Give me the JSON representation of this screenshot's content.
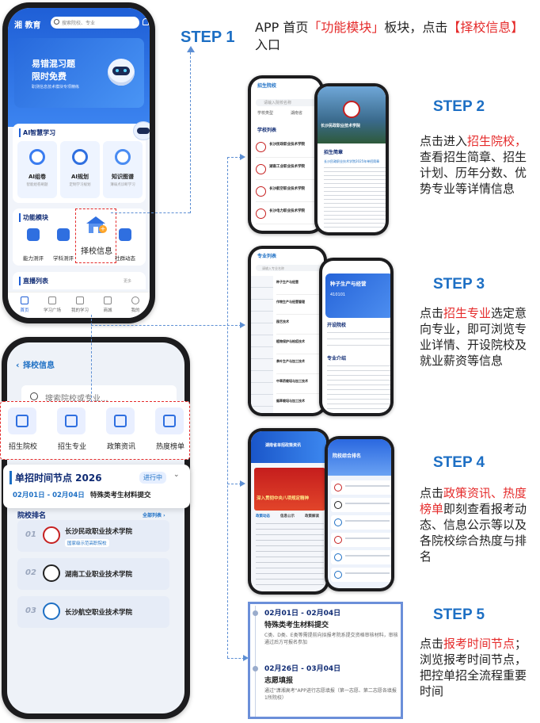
{
  "colors": {
    "accent": "#1d6fc4",
    "red": "#e52b2b",
    "navy": "#0e2a73",
    "phoneBlue": "#2b6be6"
  },
  "phone1": {
    "logo": "湘 教育",
    "search_placeholder": "搜索院校、专业",
    "banner_title1": "易错混习题",
    "banner_title2": "限时免费",
    "banner_sub": "职测信息技术模块专项精练",
    "ai_section": "AI智慧学习",
    "ai_items": [
      {
        "label": "AI组卷",
        "sub": "智能组卷刷题"
      },
      {
        "label": "AI规划",
        "sub": "定制学习规划"
      },
      {
        "label": "知识图谱",
        "sub": "薄弱点诊断学习"
      }
    ],
    "func_section": "功能模块",
    "func_items": [
      "能力测评",
      "学科测评",
      "择校信息",
      "社群动态"
    ],
    "live_section": "直播列表",
    "live_more": "更多",
    "tabs": [
      "首页",
      "学习广场",
      "我的学习",
      "商城",
      "我的"
    ]
  },
  "step1": {
    "label": "STEP 1",
    "pre": "APP 首页",
    "hl1": "「功能模块」",
    "mid": "板块，点击",
    "hl2": "【择校信息】",
    "post": "入口"
  },
  "phone2": {
    "title": "择校信息",
    "search_placeholder": "搜索院校或专业...",
    "icons": [
      "招生院校",
      "招生专业",
      "政策资讯",
      "热度榜单"
    ],
    "timeline_title": "单招时间节点 2026",
    "status": "进行中",
    "date_range": "02月01日 - 02月04日",
    "event": "特殊类考生材料提交",
    "rank_title": "院校排名",
    "rank_all": "全部列表 ›",
    "schools": [
      {
        "rank": "01",
        "name": "长沙民政职业技术学院",
        "tag": "国家级示范高职院校"
      },
      {
        "rank": "02",
        "name": "湖南工业职业技术学院",
        "tag": ""
      },
      {
        "rank": "03",
        "name": "长沙航空职业技术学院",
        "tag": ""
      }
    ]
  },
  "step2": {
    "label": "STEP 2",
    "pre": "点击进入",
    "hl": "招生院校，",
    "post": "查看招生简章、招生计划、历年分数、优势专业等详情信息"
  },
  "step3": {
    "label": "STEP 3",
    "pre": "点击",
    "hl": "招生专业",
    "post": "选定意向专业，即可浏览专业详情、开设院校及就业薪资等信息"
  },
  "step4": {
    "label": "STEP 4",
    "pre": "点击",
    "hl": "政策资讯、热度榜单",
    "post": "即刻查看报考动态、信息公示等以及各院校综合热度与排名"
  },
  "step5": {
    "label": "STEP 5",
    "pre": "点击",
    "hl": "报考时间节点",
    "post": "；浏览报考时间节点，把控单招全流程重要时间"
  },
  "mini2a": {
    "header": "招生院校",
    "search": "请输入院校名称",
    "filter1": "学校类型",
    "filter2": "湖南省",
    "list_title": "学校列表",
    "schools": [
      "长沙民政职业技术学院",
      "湖南工业职业技术学院",
      "长沙航空职业技术学院",
      "长沙电力职业技术学院"
    ]
  },
  "mini2b": {
    "school": "长沙民政职业技术学院",
    "section": "招生简章",
    "item1": "长沙民政职业技术学院2025年单招简章"
  },
  "mini3a": {
    "header": "专业列表",
    "search": "请输入专业名称",
    "majors": [
      "种子生产与经营",
      "作物生产与经营管理",
      "园艺技术",
      "植物保护与检疫技术",
      "茶叶生产与加工技术",
      "中草药栽培与加工技术",
      "烟草栽培与加工技术"
    ]
  },
  "mini3b": {
    "title": "种子生产与经营",
    "code": "410101",
    "section1": "开设院校",
    "section2": "专业介绍"
  },
  "mini4a": {
    "header": "湖南省单招政策资讯",
    "banner": "深入贯彻中央八项规定精神",
    "tabs": [
      "政策动态",
      "信息公示",
      "政策解读"
    ]
  },
  "mini4b": {
    "title": "院校综合排名"
  },
  "timeline5": [
    {
      "date": "02月01日 - 02月04日",
      "title": "特殊类考生材料提交",
      "body": "C类、D类、E类等需提前向拟报考院系提交资格审核材料，审核通过后方可报名参加"
    },
    {
      "date": "02月26日 - 03月04日",
      "title": "志愿填报",
      "body": "通过\"潇湘高考\"APP进行志愿填报（第一志愿、第二志愿各填报1所院校）"
    }
  ]
}
